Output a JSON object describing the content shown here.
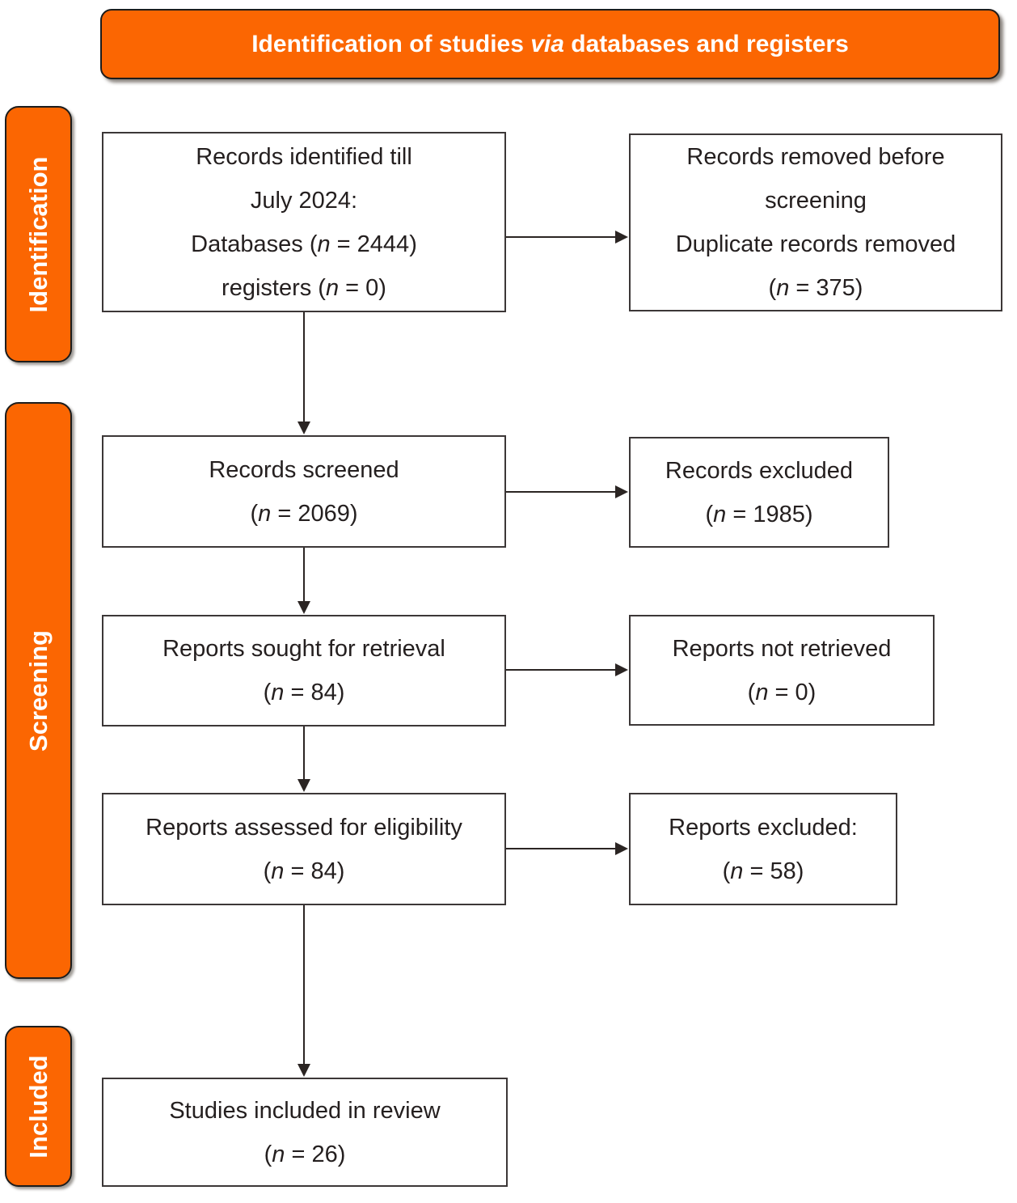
{
  "colors": {
    "orange": "#FB6602",
    "banner_border": "#1C1C1C",
    "box_border": "#3C3737",
    "text_dark": "#241F1F",
    "text_light": "#FFFFFF",
    "arrow": "#2B2523",
    "background": "#FFFFFF"
  },
  "banner": {
    "lines": [
      [
        {
          "t": "Identification of studies "
        },
        {
          "t": "via",
          "i": 1
        },
        {
          "t": " databases and registers"
        }
      ]
    ]
  },
  "sidebars": [
    {
      "id": "identification",
      "label": "Identification"
    },
    {
      "id": "screening",
      "label": "Screening"
    },
    {
      "id": "included",
      "label": "Included"
    }
  ],
  "boxes": {
    "records_identified": {
      "lines": [
        [
          {
            "t": "Records identified till"
          }
        ],
        [
          {
            "t": "July 2024:"
          }
        ],
        [
          {
            "t": "Databases ("
          },
          {
            "t": "n",
            "i": 1
          },
          {
            "t": " = 2444)"
          }
        ],
        [
          {
            "t": "registers ("
          },
          {
            "t": "n",
            "i": 1
          },
          {
            "t": " = 0)"
          }
        ]
      ]
    },
    "records_removed": {
      "lines": [
        [
          {
            "t": "Records removed before"
          }
        ],
        [
          {
            "t": "screening"
          }
        ],
        [
          {
            "t": "Duplicate records removed"
          }
        ],
        [
          {
            "t": "("
          },
          {
            "t": "n",
            "i": 1
          },
          {
            "t": " = 375)"
          }
        ]
      ]
    },
    "records_screened": {
      "lines": [
        [
          {
            "t": "Records screened"
          }
        ],
        [
          {
            "t": "("
          },
          {
            "t": "n",
            "i": 1
          },
          {
            "t": " = 2069)"
          }
        ]
      ]
    },
    "records_excluded": {
      "lines": [
        [
          {
            "t": "Records excluded"
          }
        ],
        [
          {
            "t": "("
          },
          {
            "t": "n",
            "i": 1
          },
          {
            "t": " = 1985)"
          }
        ]
      ]
    },
    "reports_sought": {
      "lines": [
        [
          {
            "t": "Reports sought for retrieval"
          }
        ],
        [
          {
            "t": "("
          },
          {
            "t": "n",
            "i": 1
          },
          {
            "t": " = 84)"
          }
        ]
      ]
    },
    "reports_not_retrieved": {
      "lines": [
        [
          {
            "t": "Reports not retrieved"
          }
        ],
        [
          {
            "t": "("
          },
          {
            "t": "n",
            "i": 1
          },
          {
            "t": " = 0)"
          }
        ]
      ]
    },
    "reports_assessed": {
      "lines": [
        [
          {
            "t": "Reports assessed for eligibility"
          }
        ],
        [
          {
            "t": "("
          },
          {
            "t": "n",
            "i": 1
          },
          {
            "t": " = 84)"
          }
        ]
      ]
    },
    "reports_excluded": {
      "lines": [
        [
          {
            "t": "Reports excluded:"
          }
        ],
        [
          {
            "t": "("
          },
          {
            "t": "n",
            "i": 1
          },
          {
            "t": " = 58)"
          }
        ]
      ]
    },
    "studies_included": {
      "lines": [
        [
          {
            "t": "Studies included in review"
          }
        ],
        [
          {
            "t": "("
          },
          {
            "t": "n",
            "i": 1
          },
          {
            "t": " = 26)"
          }
        ]
      ]
    }
  }
}
